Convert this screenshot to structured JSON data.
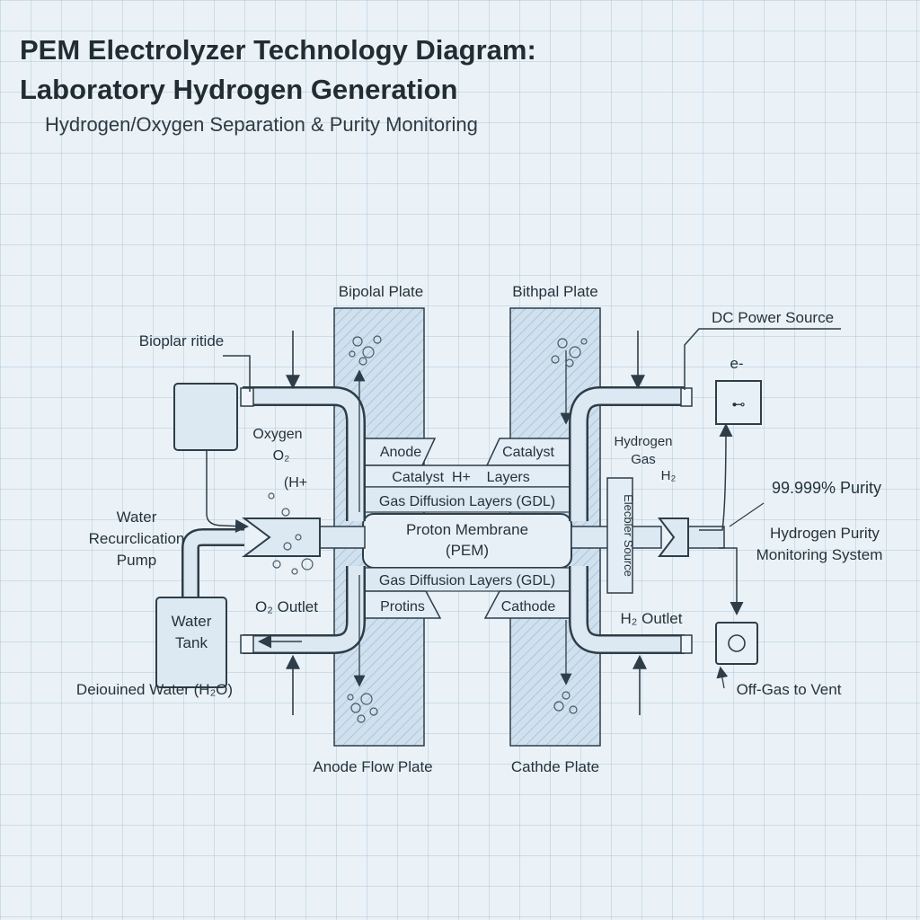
{
  "header": {
    "title_line1": "PEM Electrolyzer Technology Diagram:",
    "title_line2": "Laboratory Hydrogen Generation",
    "subtitle": "Hydrogen/Oxygen Separation & Purity Monitoring"
  },
  "labels": {
    "bipolar_plate": "Bipolal Plate",
    "bithpal_plate": "Bithpal Plate",
    "dc_power_source": "DC Power Source",
    "electron": "e-",
    "bioplar_nitide": "Bioplar ritide",
    "oxygen": "Oxygen",
    "o2": "O₂",
    "h_plus": "(H+",
    "anode": "Anode",
    "catalyst_right": "Catalyst",
    "catalyst_h_layers": "Catalyst  H+    Layers",
    "hydrogen": "Hydrogen",
    "gas": "Gas",
    "h2": "H₂",
    "gdl_top": "Gas Diffusion Layers (GDL)",
    "purity": "99.999% Purity",
    "water_recirc_1": "Water",
    "water_recirc_2": "Recurclication",
    "water_recirc_3": "Pump",
    "proton_membrane_1": "Proton Membrane",
    "proton_membrane_2": "(PEM)",
    "hydrogen_purity_1": "Hydrogen Purity",
    "hydrogen_purity_2": "Monitoring System",
    "elecbler_source": "Elecbler Source",
    "gdl_bottom": "Gas Diffusion Layers (GDL)",
    "o2_outlet": "O₂ Outlet",
    "protins": "Protins",
    "cathode": "Cathode",
    "h2_outlet": "H₂ Outlet",
    "water_tank_1": "Water",
    "water_tank_2": "Tank",
    "deionized_water": "Deiouined Water (H₂O)",
    "off_gas": "Off-Gas to Vent",
    "anode_flow_plate": "Anode Flow Plate",
    "cathde_plate": "Cathde Plate"
  },
  "colors": {
    "line": "#2e3d48",
    "pipe_fill": "#dce9f3",
    "plate_fill": "#c9dceb",
    "accent": "#33424d"
  }
}
